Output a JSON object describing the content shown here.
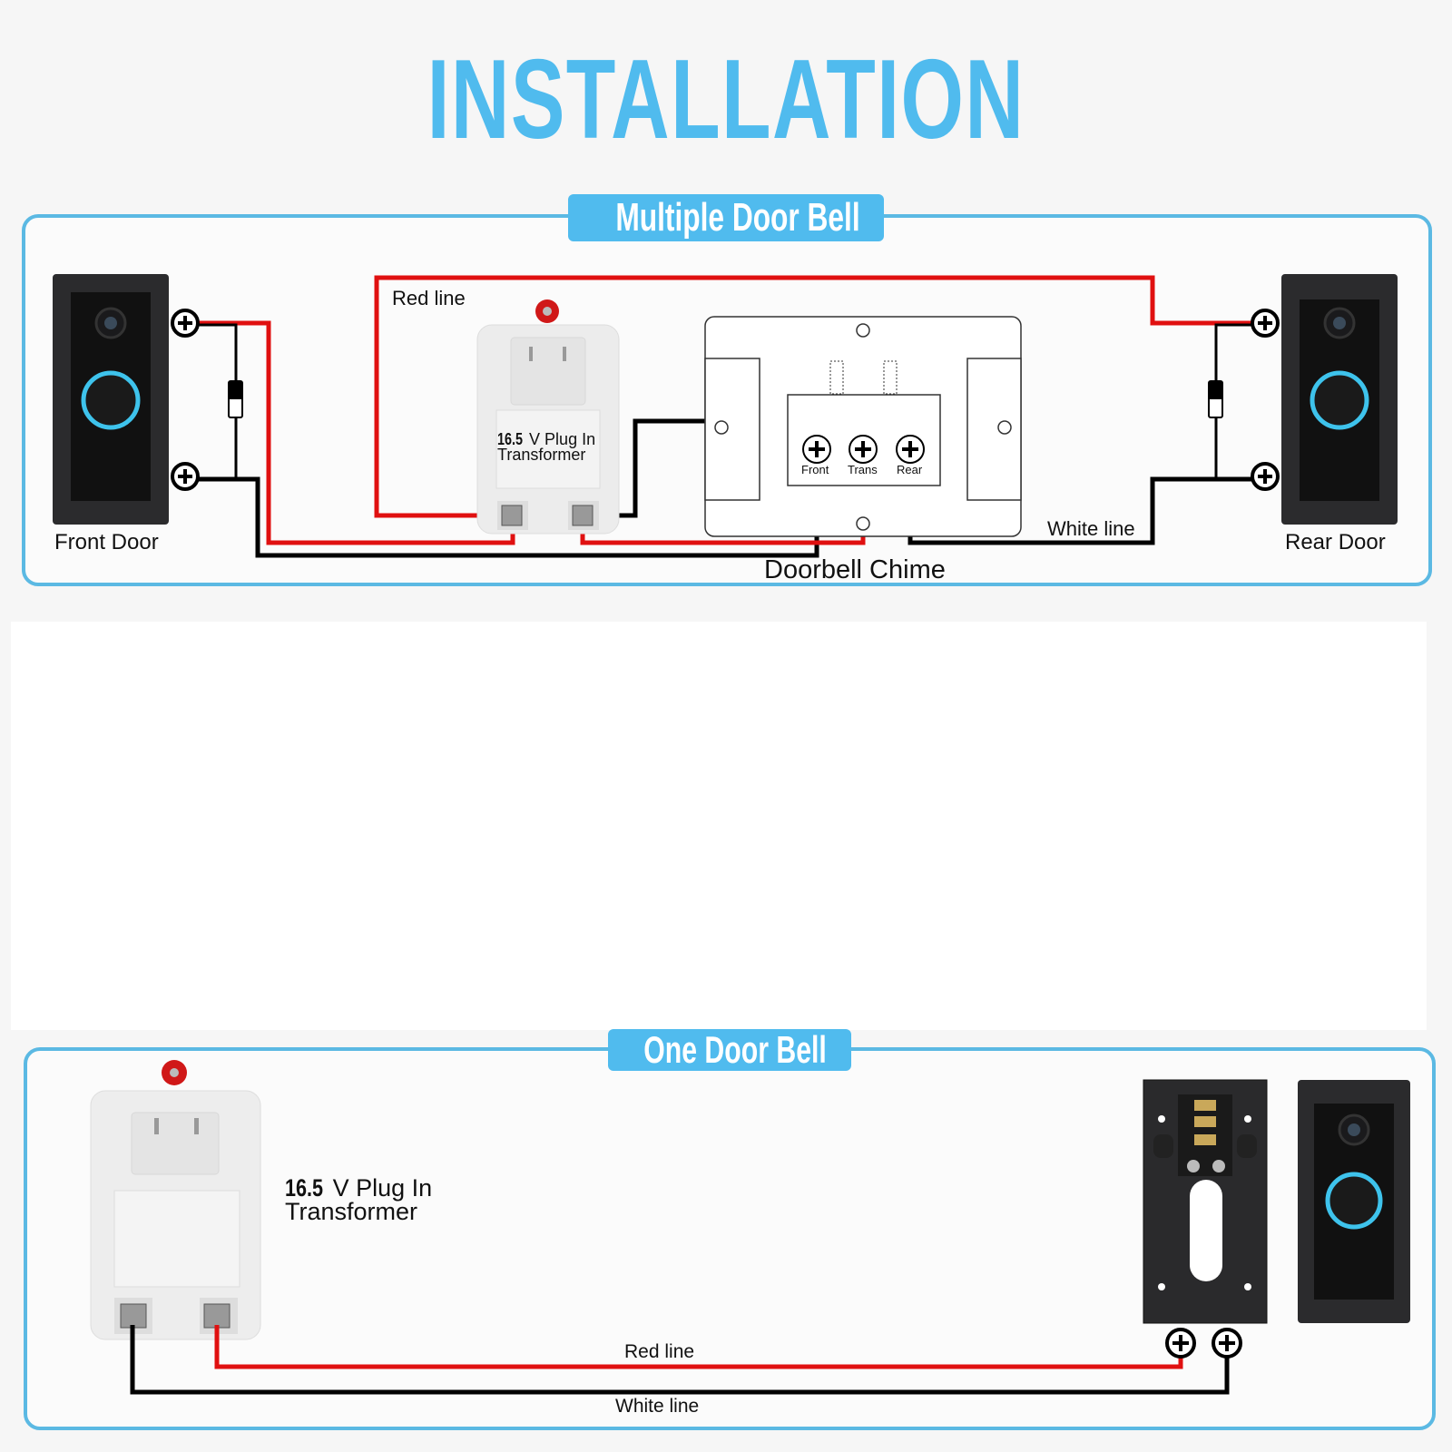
{
  "title": "INSTALLATION",
  "colors": {
    "accent": "#50bbee",
    "red_wire": "#e01010",
    "black_wire": "#000000",
    "ring_glow": "#3ec3ec"
  },
  "multiple": {
    "badge": "Multiple Door Bell",
    "front_door": "Front Door",
    "rear_door": "Rear Door",
    "red_line": "Red line",
    "white_line": "White line",
    "chime_label": "Doorbell Chime",
    "transformer_voltage": "16.5",
    "transformer_text1": "V Plug In",
    "transformer_text2": "Transformer",
    "terminals": [
      "Front",
      "Trans",
      "Rear"
    ]
  },
  "single": {
    "badge": "One Door Bell",
    "red_line": "Red line",
    "white_line": "White line",
    "transformer_voltage": "16.5",
    "transformer_text1": "V Plug In",
    "transformer_text2": "Transformer"
  }
}
